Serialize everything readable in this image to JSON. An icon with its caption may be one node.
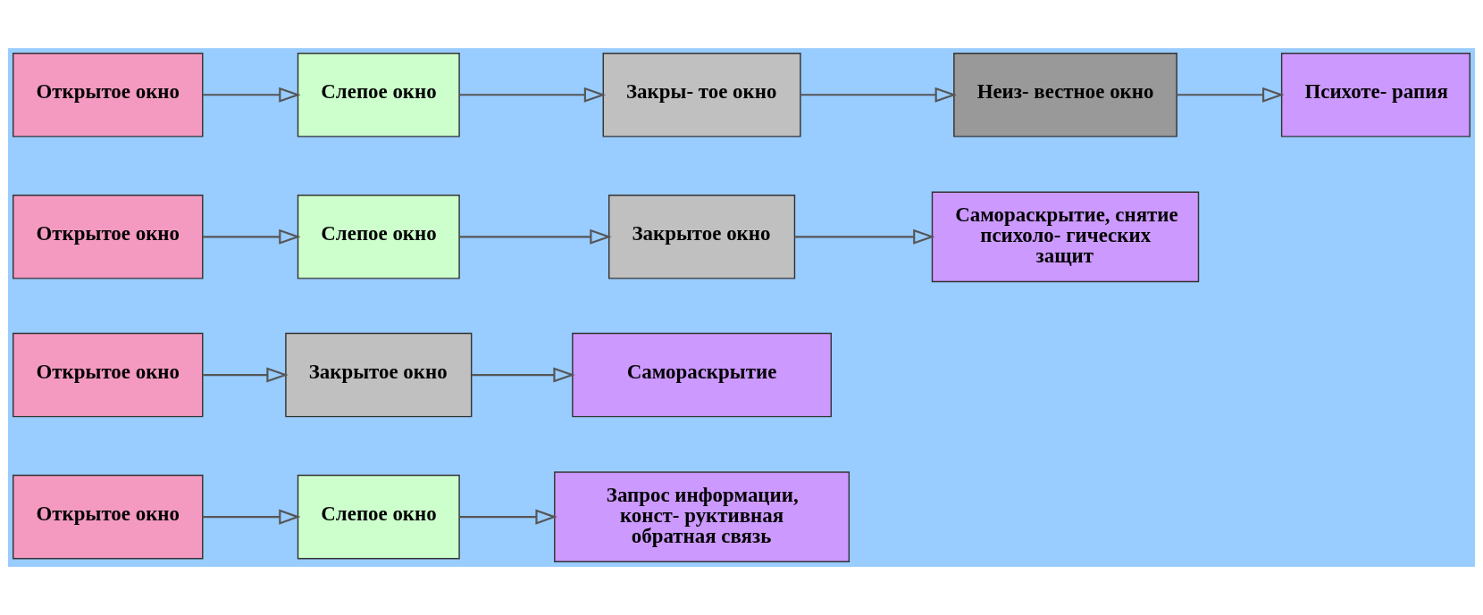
{
  "diagram": {
    "nodes": [
      {
        "text": [
          "Открытое окно"
        ]
      },
      {
        "text": [
          "Слепое окно"
        ]
      },
      {
        "text": [
          "Запрос информации, конст- руктивная обратная связь"
        ]
      },
      {
        "text": [
          "Открытое окно"
        ]
      },
      {
        "text": [
          "Закрытое окно"
        ]
      },
      {
        "text": [
          "Самораскрытие"
        ]
      },
      {
        "text": [
          "Открытое окно"
        ]
      },
      {
        "text": [
          "Слепое окно"
        ]
      },
      {
        "text": [
          "Закрытое окно"
        ]
      },
      {
        "text": [
          "Самораскрытие, снятие психоло- гических защит"
        ]
      },
      {
        "text": [
          "Открытое окно"
        ]
      },
      {
        "text": [
          "Слепое окно"
        ]
      },
      {
        "text": [
          "Закры- тое окно"
        ]
      },
      {
        "text": [
          "Неиз- вестное окно"
        ]
      },
      {
        "text": [
          "Психоте- рапия"
        ]
      }
    ],
    "edges": [
      {
        "from": 0,
        "to": 1,
        "arrow": "to"
      },
      {
        "from": 1,
        "to": 2,
        "arrow": "to"
      },
      {
        "from": 3,
        "to": 4,
        "arrow": "to"
      },
      {
        "from": 4,
        "to": 5,
        "arrow": "to"
      },
      {
        "from": 6,
        "to": 7,
        "arrow": "to"
      },
      {
        "from": 7,
        "to": 8,
        "arrow": "to"
      },
      {
        "from": 8,
        "to": 9,
        "arrow": "to"
      },
      {
        "from": 10,
        "to": 11,
        "arrow": "to"
      },
      {
        "from": 11,
        "to": 12,
        "arrow": "to"
      },
      {
        "from": 12,
        "to": 13,
        "arrow": "to"
      },
      {
        "from": 13,
        "to": 14,
        "arrow": "to"
      }
    ]
  }
}
